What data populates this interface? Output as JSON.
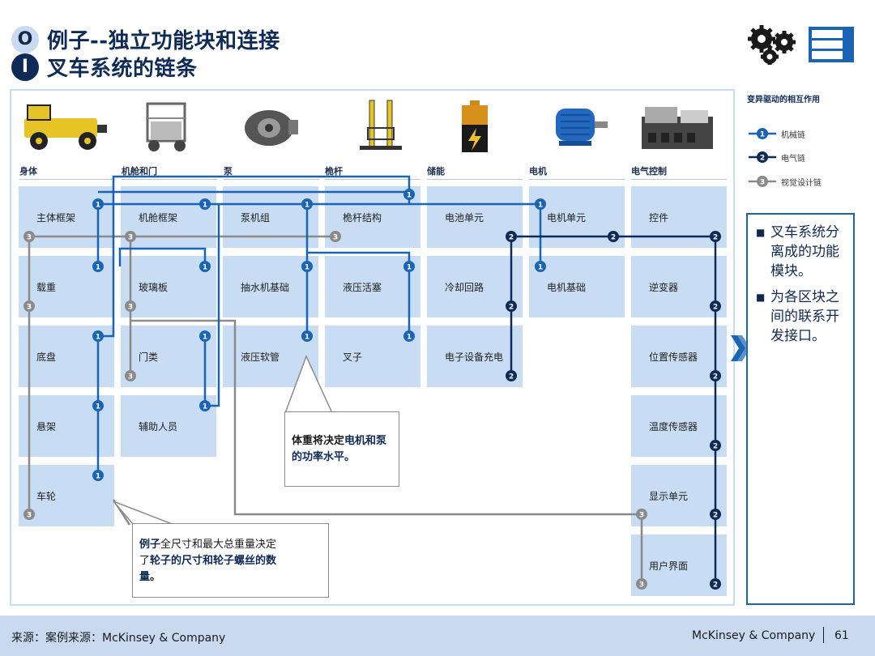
{
  "header": {
    "bullet1": "O",
    "title1": "例子--独立功能块和连接",
    "bullet2": "I",
    "title2": "叉车系统的链条"
  },
  "columns": [
    "身体",
    "机舱和门",
    "泵",
    "桅杆",
    "储能",
    "电机",
    "电气控制"
  ],
  "cells": {
    "body": [
      "主体框架",
      "载重",
      "底盘",
      "悬架",
      "车轮"
    ],
    "cabin": [
      "机舱框架",
      "玻璃板",
      "门类",
      "辅助人员"
    ],
    "pump": [
      "泵机组",
      "抽水机基础",
      "液压软管"
    ],
    "mast": [
      "桅杆结构",
      "液压活塞",
      "叉子"
    ],
    "storage": [
      "电池单元",
      "冷却回路",
      "电子设备充电"
    ],
    "motor": [
      "电机单元",
      "电机基础"
    ],
    "control": [
      "控件",
      "逆变器",
      "位置传感器",
      "温度传感器",
      "显示单元",
      "用户界面"
    ]
  },
  "legend": {
    "title": "变异驱动的相互作用",
    "items": [
      {
        "num": "1",
        "label": "机械链",
        "color": "#1a65b3"
      },
      {
        "num": "2",
        "label": "电气链",
        "color": "#0e2a57"
      },
      {
        "num": "3",
        "label": "视觉设计链",
        "color": "#8a8a8a"
      }
    ]
  },
  "callouts": {
    "power_pre": "体重将决定",
    "power_hl1": "电机",
    "power_mid": "和泵",
    "power_hl2": "的功率水平。",
    "wheel_pre1": "例子",
    "wheel_t1": "全尺寸和最大总重量决定",
    "wheel_t2a": "了",
    "wheel_hl2": "轮子的尺寸和轮子螺丝的数",
    "wheel_hl3": "量",
    "wheel_t3": "。"
  },
  "right_box": [
    "叉车系统分离成的功能模块。",
    "为各区块之间的联系开发接口。"
  ],
  "footer": {
    "source": "来源：案例来源：McKinsey & Company",
    "brand": "McKinsey & Company",
    "page": "61"
  }
}
